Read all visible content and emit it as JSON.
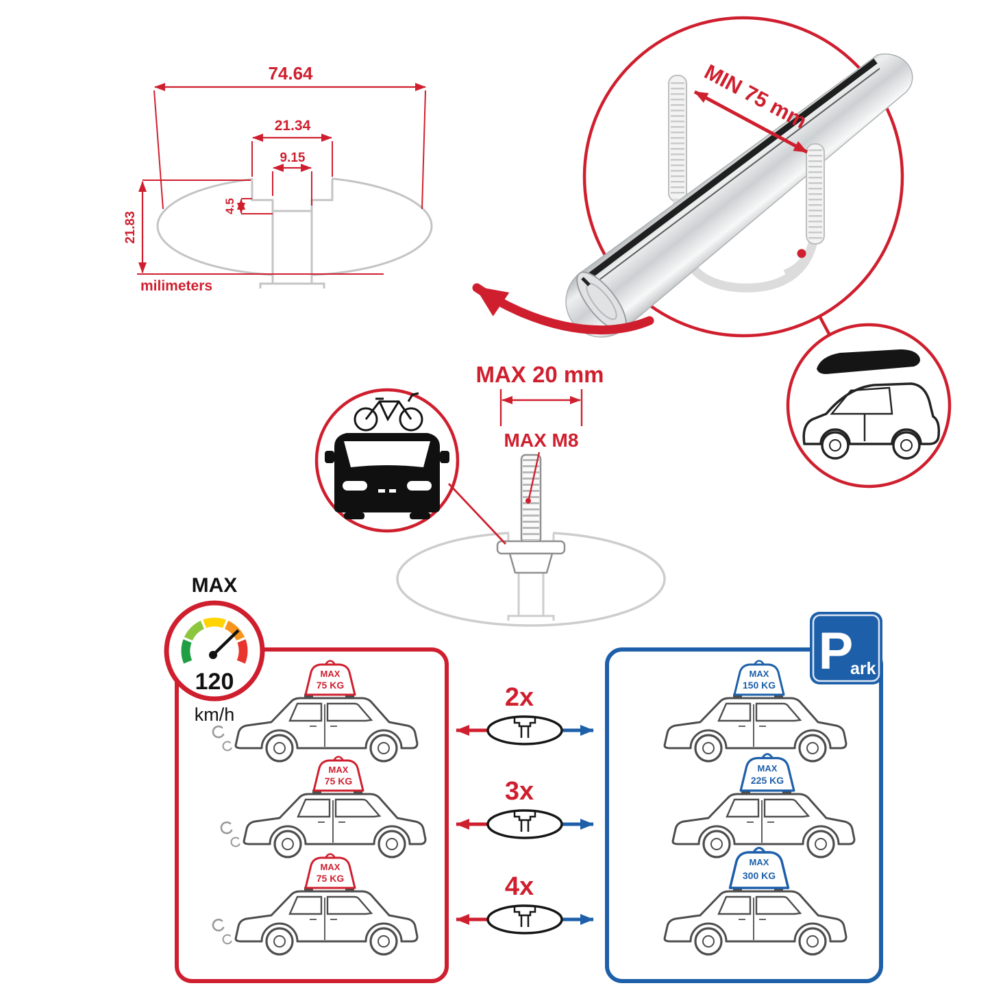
{
  "colors": {
    "red": "#cf1f2e",
    "blue": "#1d5fa9"
  },
  "profile_drawing": {
    "total_width": "74.64",
    "slot_outer_width": "21.34",
    "slot_inner_width": "9.15",
    "slot_depth": "4.5",
    "total_height": "21.83",
    "units_label": "milimeters"
  },
  "crossbar_detail": {
    "min_clamp_span": "MIN 75 mm"
  },
  "bolt_spec": {
    "max_length": "MAX 20 mm",
    "max_thread": "MAX M8"
  },
  "speed_limit": {
    "label": "MAX",
    "value": "120",
    "unit": "km/h"
  },
  "load_comparison": {
    "multipliers": [
      "2x",
      "3x",
      "4x"
    ],
    "driving_panel": {
      "badges": [
        {
          "label": "MAX",
          "load": "75 KG"
        },
        {
          "label": "MAX",
          "load": "75 KG"
        },
        {
          "label": "MAX",
          "load": "75 KG"
        }
      ]
    },
    "parking_panel": {
      "sign_p": "P",
      "sign_ark": "ark",
      "badges": [
        {
          "label": "MAX",
          "load": "150 KG"
        },
        {
          "label": "MAX",
          "load": "225 KG"
        },
        {
          "label": "MAX",
          "load": "300 KG"
        }
      ]
    }
  }
}
